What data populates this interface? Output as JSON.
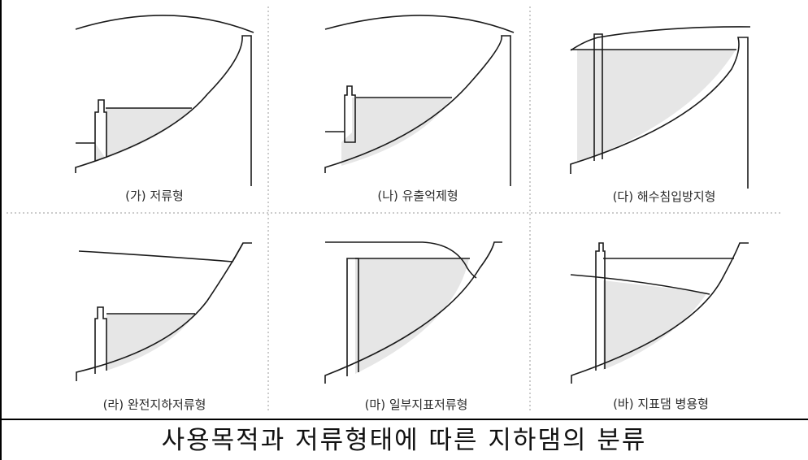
{
  "panels": [
    {
      "caption": "(가) 저류형"
    },
    {
      "caption": "(나) 유출억제형"
    },
    {
      "caption": "(다) 해수침입방지형"
    },
    {
      "caption": "(라) 완전지하저류형"
    },
    {
      "caption": "(마) 일부지표저류형"
    },
    {
      "caption": "(바) 지표댐 병용형"
    }
  ],
  "title": "사용목적과 저류형태에 따른 지하댐의 분류",
  "colors": {
    "line": "#1a1a1a",
    "fill": "#e6e6e6",
    "divider": "#9a9a9a"
  }
}
